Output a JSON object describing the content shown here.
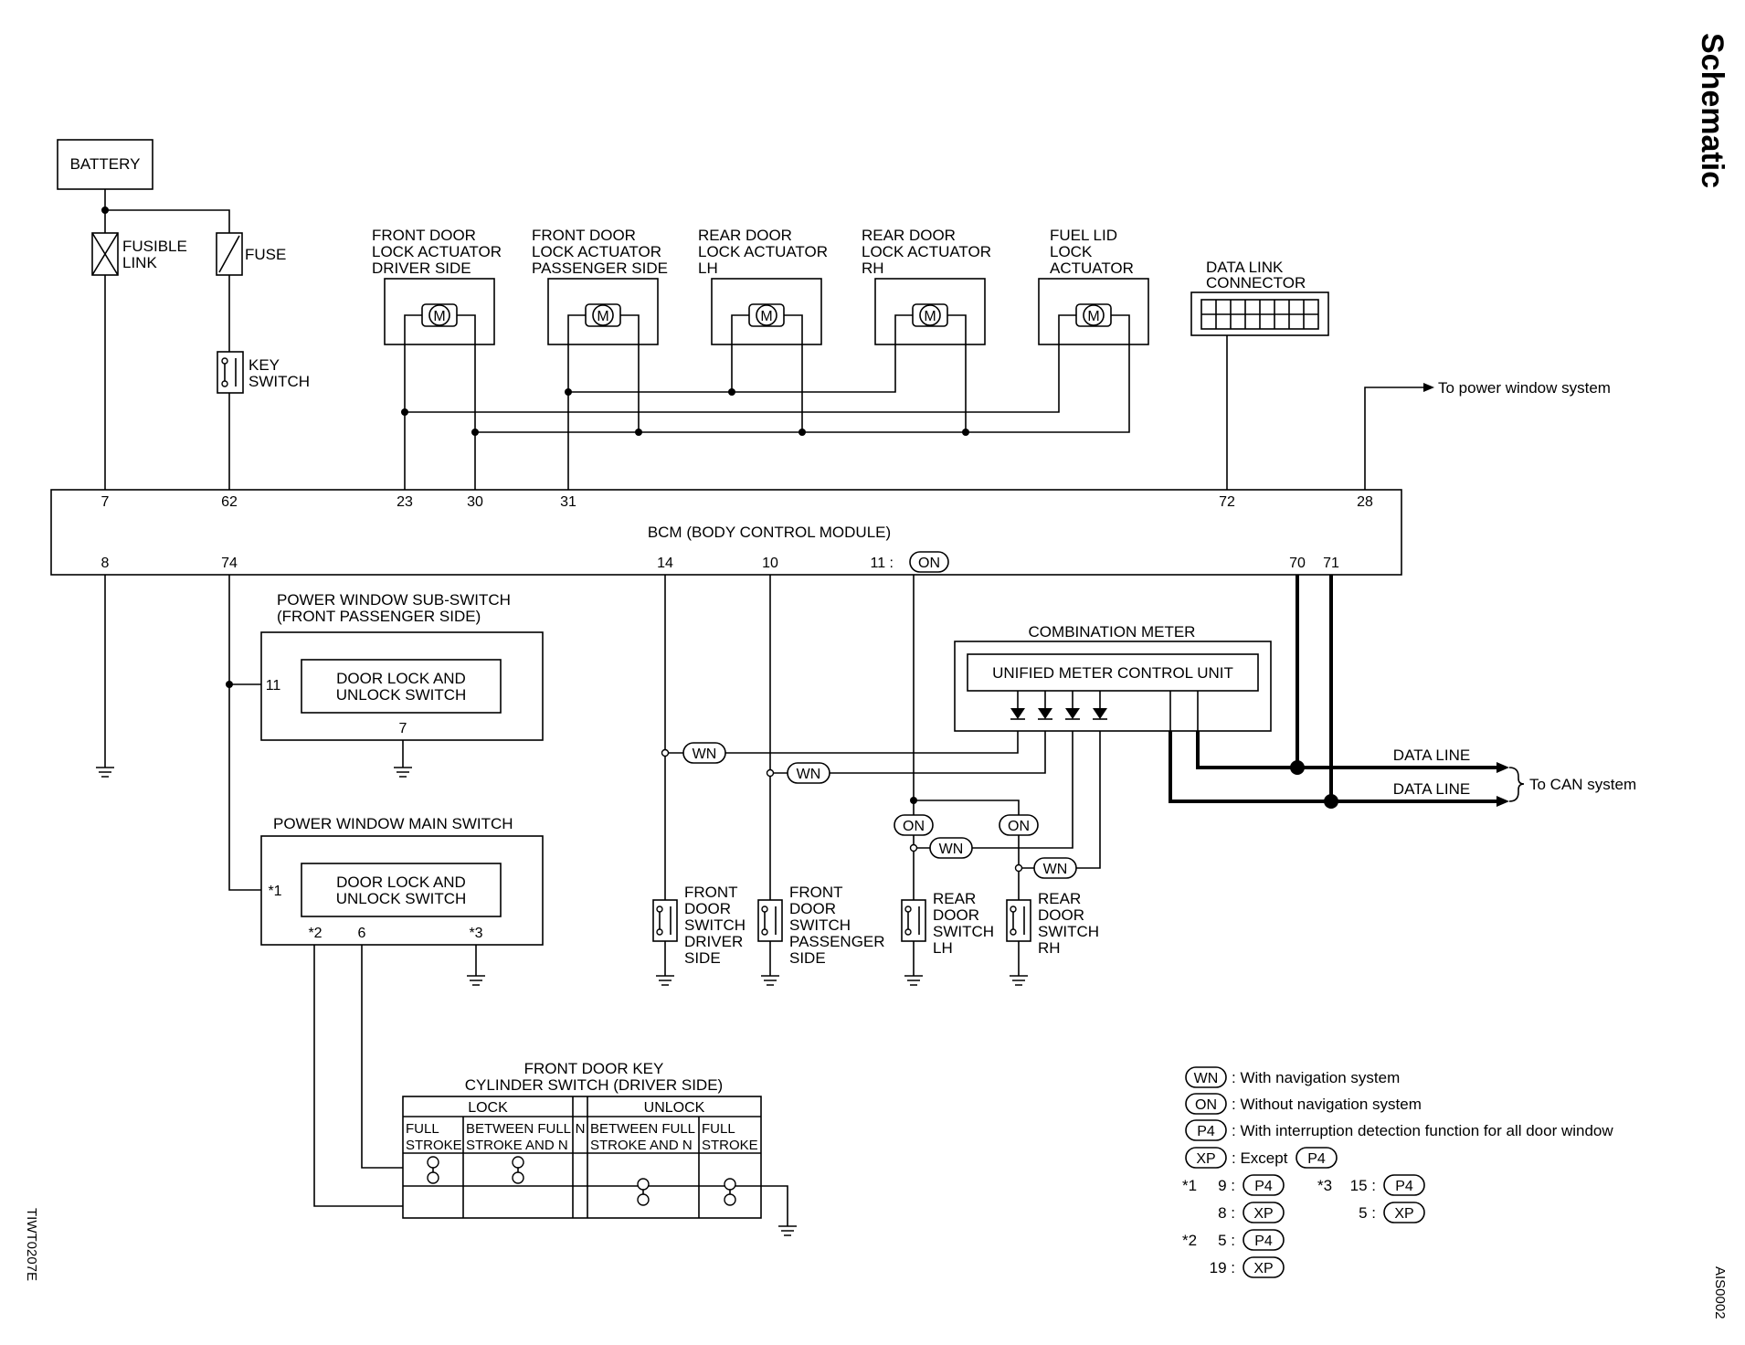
{
  "title": "Schematic",
  "side_code_left": "TIWT0207E",
  "side_code_right": "AIS0002",
  "power": {
    "battery": "BATTERY",
    "fusible_link": [
      "FUSIBLE",
      "LINK"
    ],
    "fuse": "FUSE",
    "key_switch": [
      "KEY",
      "SWITCH"
    ]
  },
  "actuators": [
    {
      "lines": [
        "FRONT DOOR",
        "LOCK ACTUATOR",
        "DRIVER SIDE"
      ]
    },
    {
      "lines": [
        "FRONT DOOR",
        "LOCK ACTUATOR",
        "PASSENGER SIDE"
      ]
    },
    {
      "lines": [
        "REAR DOOR",
        "LOCK ACTUATOR",
        "LH"
      ]
    },
    {
      "lines": [
        "REAR DOOR",
        "LOCK ACTUATOR",
        "RH"
      ]
    },
    {
      "lines": [
        "FUEL LID",
        "LOCK",
        "ACTUATOR"
      ]
    }
  ],
  "motor_symbol": "M",
  "data_link": [
    "DATA LINK",
    "CONNECTOR"
  ],
  "power_window_note": "To power window system",
  "bcm": {
    "label": "BCM (BODY CONTROL MODULE)",
    "top_pins": [
      "7",
      "62",
      "23",
      "30",
      "31",
      "72",
      "28"
    ],
    "bottom_pins": [
      "8",
      "74",
      "14",
      "10",
      "11 :",
      "70",
      "71"
    ]
  },
  "sub_switch": {
    "title": [
      "POWER WINDOW SUB-SWITCH",
      "(FRONT PASSENGER SIDE)"
    ],
    "inner": [
      "DOOR LOCK AND",
      "UNLOCK SWITCH"
    ],
    "pin_in": "11",
    "pin_gnd": "7"
  },
  "main_switch": {
    "title": "POWER WINDOW MAIN SWITCH",
    "inner": [
      "DOOR LOCK AND",
      "UNLOCK SWITCH"
    ],
    "pin_in": "*1",
    "pins_bottom": [
      "*2",
      "6",
      "*3"
    ]
  },
  "combination_meter": {
    "title": "COMBINATION METER",
    "inner": "UNIFIED METER CONTROL UNIT"
  },
  "data_lines": [
    "DATA LINE",
    "DATA LINE"
  ],
  "can_note": "To CAN system",
  "door_switches": [
    {
      "lines": [
        "FRONT",
        "DOOR",
        "SWITCH",
        "DRIVER",
        "SIDE"
      ]
    },
    {
      "lines": [
        "FRONT",
        "DOOR",
        "SWITCH",
        "PASSENGER",
        "SIDE"
      ]
    },
    {
      "lines": [
        "REAR",
        "DOOR",
        "SWITCH",
        "LH"
      ]
    },
    {
      "lines": [
        "REAR",
        "DOOR",
        "SWITCH",
        "RH"
      ]
    }
  ],
  "badges": {
    "wn": "WN",
    "on": "ON",
    "p4": "P4",
    "xp": "XP"
  },
  "key_cylinder": {
    "title": [
      "FRONT DOOR KEY",
      "CYLINDER SWITCH (DRIVER SIDE)"
    ],
    "lock": "LOCK",
    "unlock": "UNLOCK",
    "neutral": "N",
    "col_full_stroke": [
      "FULL",
      "STROKE"
    ],
    "col_between": [
      "BETWEEN FULL",
      "STROKE AND N"
    ]
  },
  "legend": [
    {
      "badge": "WN",
      "text": ": With navigation system"
    },
    {
      "badge": "ON",
      "text": ": Without navigation system"
    },
    {
      "badge": "P4",
      "text": ": With interruption detection function for all door window"
    },
    {
      "badge": "XP",
      "text": ": Except"
    }
  ],
  "footnotes": {
    "n1": "*1",
    "n1a": "9 :",
    "n1b": "8 :",
    "n2": "*2",
    "n2a": "5 :",
    "n2b": "19 :",
    "n3": "*3",
    "n3a": "15 :",
    "n3b": "5 :"
  }
}
